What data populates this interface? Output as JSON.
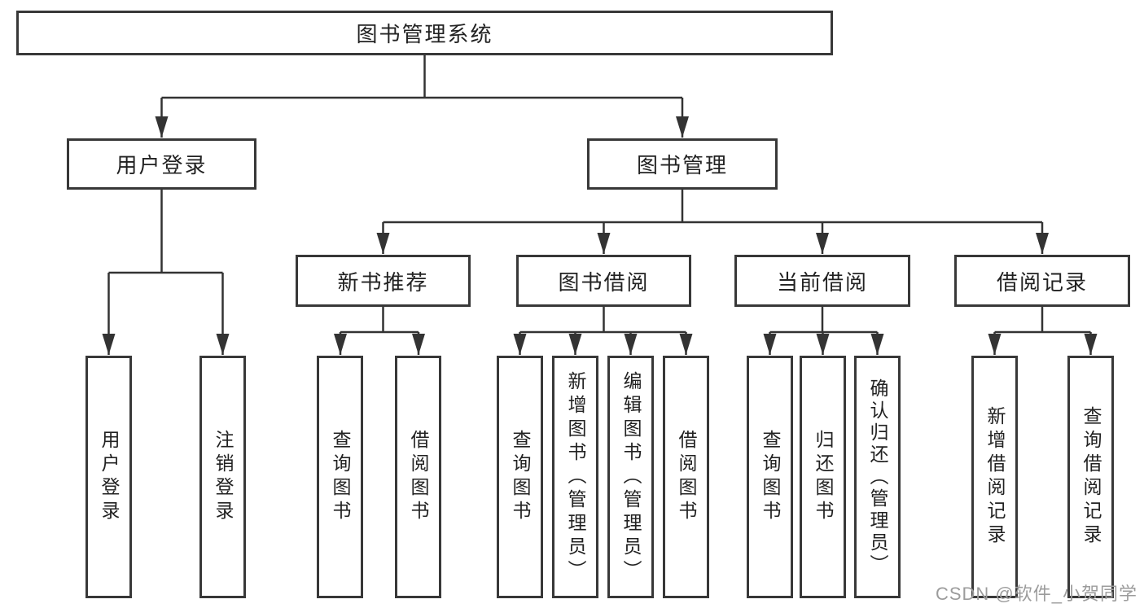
{
  "diagram": {
    "root": {
      "label": "图书管理系统",
      "children": [
        {
          "label": "用户登录",
          "children": [
            {
              "label": "用户登录"
            },
            {
              "label": "注销登录"
            }
          ]
        },
        {
          "label": "图书管理",
          "children": [
            {
              "label": "新书推荐",
              "children": [
                {
                  "label": "查询图书"
                },
                {
                  "label": "借阅图书"
                }
              ]
            },
            {
              "label": "图书借阅",
              "children": [
                {
                  "label": "查询图书"
                },
                {
                  "label": "新增图书（管理员）"
                },
                {
                  "label": "编辑图书（管理员）"
                },
                {
                  "label": "借阅图书"
                }
              ]
            },
            {
              "label": "当前借阅",
              "children": [
                {
                  "label": "查询图书"
                },
                {
                  "label": "归还图书"
                },
                {
                  "label": "确认归还（管理员）"
                }
              ]
            },
            {
              "label": "借阅记录",
              "children": [
                {
                  "label": "新增借阅记录"
                },
                {
                  "label": "查询借阅记录"
                }
              ]
            }
          ]
        }
      ]
    }
  },
  "watermark": {
    "text": "CSDN @软件_小贺同学"
  },
  "colors": {
    "line": "#333333",
    "box_border": "#383838",
    "text": "#222222",
    "watermark": "#9c9c9c",
    "background": "#ffffff"
  }
}
